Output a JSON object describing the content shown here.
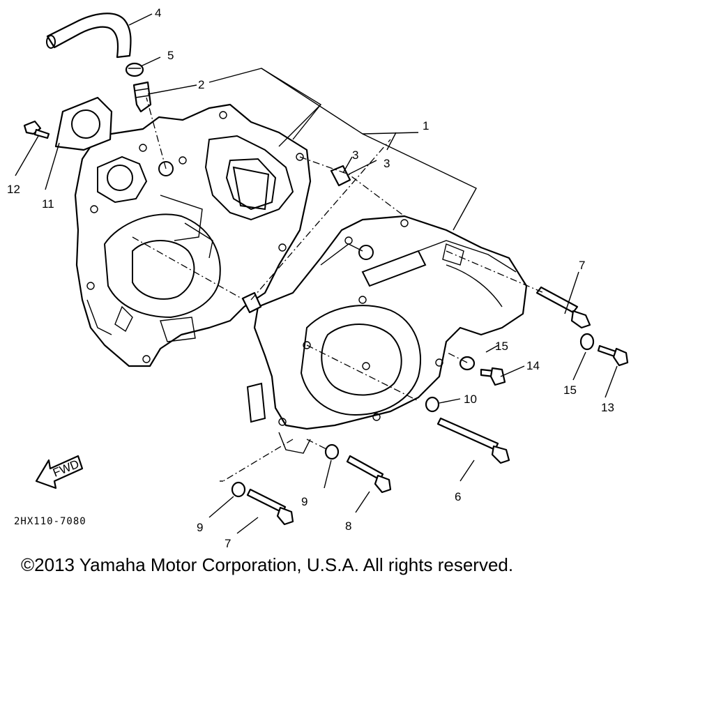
{
  "diagram": {
    "drawing_code": "2HX110-7080",
    "copyright": "©2013 Yamaha Motor Corporation, U.S.A. All rights reserved.",
    "fwd_label": "FWD",
    "callouts": {
      "c1": "1",
      "c2": "2",
      "c3a": "3",
      "c3b": "3",
      "c4": "4",
      "c5": "5",
      "c6": "6",
      "c7a": "7",
      "c7b": "7",
      "c8": "8",
      "c9a": "9",
      "c9b": "9",
      "c10": "10",
      "c11": "11",
      "c12": "12",
      "c13": "13",
      "c14": "14",
      "c15a": "15",
      "c15b": "15"
    }
  }
}
